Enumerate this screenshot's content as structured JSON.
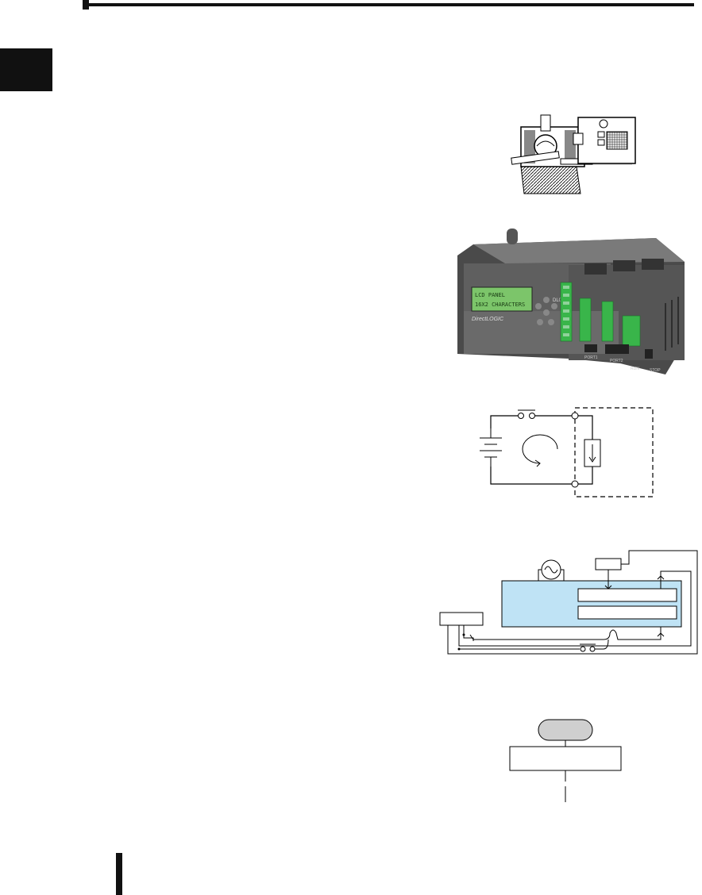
{
  "colors": {
    "rule": "#111111",
    "plc_body": "#5c5c5c",
    "terminal_green": "#39b54a",
    "lcd_green": "#7cc56a",
    "chassis_blue": "#bfe3f5",
    "start_oval": "#cfcfcf"
  },
  "plc_unit": {
    "lcd_line_1": "LCD PANEL",
    "lcd_line_2": "16X2 CHARACTERS",
    "brand": "DirectLOGIC",
    "model": "DL06",
    "port1_label": "PORT1",
    "port2_label": "PORT2",
    "run_label": "RUN",
    "stop_label": "STOP"
  },
  "icons": [
    "industrial-machine-illustration",
    "plc-unit-photo",
    "dc-circuit-diagram",
    "plc-wiring-diagram",
    "flowchart-start"
  ]
}
